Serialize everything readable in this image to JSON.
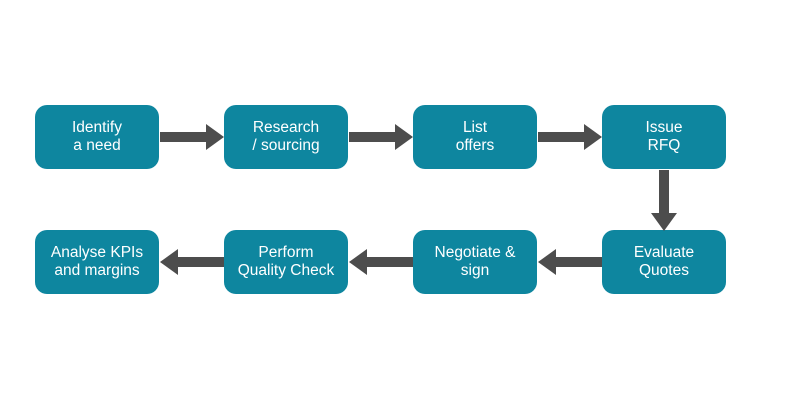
{
  "colors": {
    "box_fill": "#0e869f",
    "arrow_fill": "#4d4d4d",
    "label_text": "#ffffff"
  },
  "steps": [
    {
      "label": "Identify\na need"
    },
    {
      "label": "Research\n/ sourcing"
    },
    {
      "label": "List\noffers"
    },
    {
      "label": "Issue\nRFQ"
    },
    {
      "label": "Evaluate\nQuotes"
    },
    {
      "label": "Negotiate &\nsign"
    },
    {
      "label": "Perform\nQuality Check"
    },
    {
      "label": "Analyse KPIs\nand margins"
    }
  ]
}
